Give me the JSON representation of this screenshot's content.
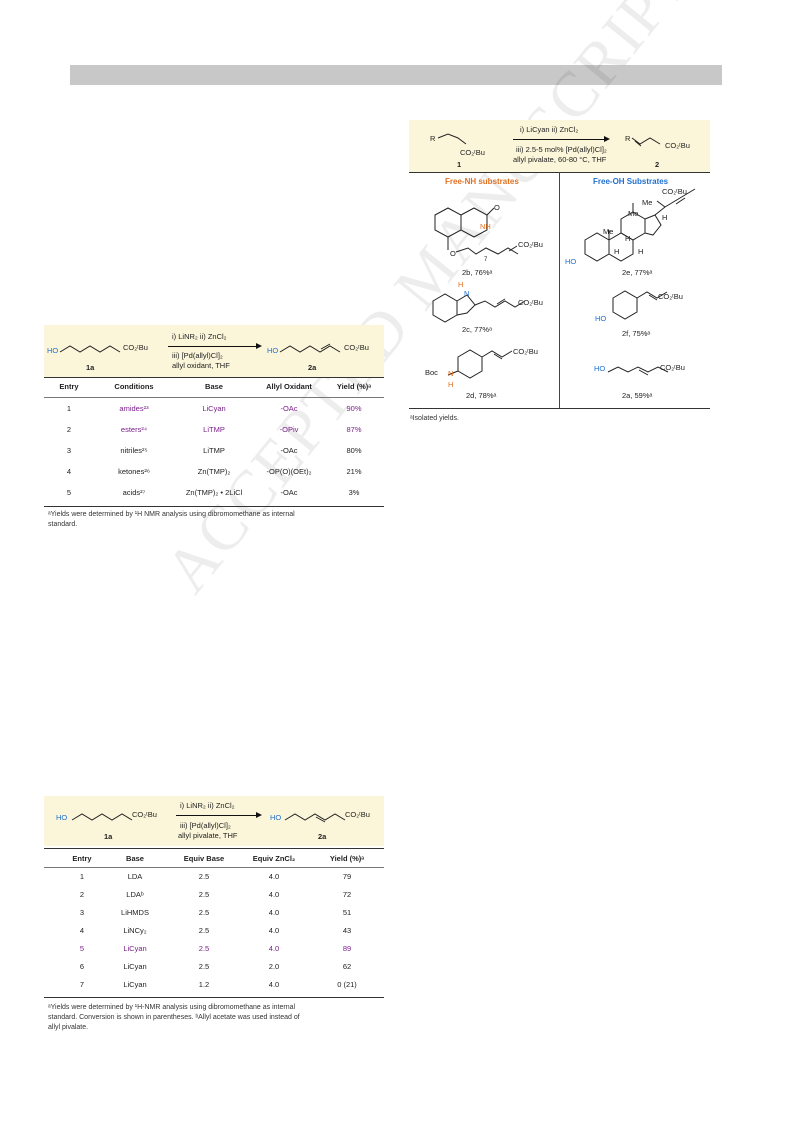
{
  "watermark": "ACCEPTED MANUSCRIPT",
  "colors": {
    "purple": "#7a1f8a",
    "blue": "#1f6fd0",
    "orange": "#e07020",
    "scheme_bg": "#fbf6d9",
    "header_bar": "#c8c8c8"
  },
  "table1": {
    "substrate_label": "1a",
    "product_label": "2a",
    "reagent_top": "i) LiNR₂ ii) ZnCl₂",
    "reagent_bottom_1": "iii) [Pd(allyl)Cl]₂",
    "reagent_bottom_2": "allyl oxidant, THF",
    "headers": [
      "Entry",
      "Conditions",
      "Base",
      "Allyl Oxidant",
      "Yield (%)ᵃ"
    ],
    "rows": [
      {
        "entry": "1",
        "conditions": "amides²³",
        "base": "LiCyan",
        "oxidant": "-OAc",
        "yield": "90%",
        "highlight": true
      },
      {
        "entry": "2",
        "conditions": "esters²⁴",
        "base": "LiTMP",
        "oxidant": "-OPiv",
        "yield": "87%",
        "highlight": true
      },
      {
        "entry": "3",
        "conditions": "nitriles²⁵",
        "base": "LiTMP",
        "oxidant": "-OAc",
        "yield": "80%",
        "highlight": false
      },
      {
        "entry": "4",
        "conditions": "ketones²⁶",
        "base": "Zn(TMP)₂",
        "oxidant": "-OP(O)(OEt)₂",
        "yield": "21%",
        "highlight": false
      },
      {
        "entry": "5",
        "conditions": "acids²⁷",
        "base": "Zn(TMP)₂ • 2LiCl",
        "oxidant": "-OAc",
        "yield": "3%",
        "highlight": false
      }
    ],
    "footnote_1": "ᵃYields were determined by ¹H NMR analysis using dibromomethane as internal",
    "footnote_2": "standard."
  },
  "table2": {
    "substrate_label": "1a",
    "product_label": "2a",
    "reagent_top": "i) LiNR₂ ii) ZnCl₂",
    "reagent_bottom_1": "iii) [Pd(allyl)Cl]₂",
    "reagent_bottom_2": "allyl pivalate, THF",
    "headers": [
      "Entry",
      "Base",
      "Equiv Base",
      "Equiv ZnCl₂",
      "Yield (%)ᵃ"
    ],
    "rows": [
      {
        "entry": "1",
        "base": "LDA",
        "equiv_base": "2.5",
        "equiv_zn": "4.0",
        "yield": "79",
        "highlight": false
      },
      {
        "entry": "2",
        "base": "LDAᵇ",
        "equiv_base": "2.5",
        "equiv_zn": "4.0",
        "yield": "72",
        "highlight": false
      },
      {
        "entry": "3",
        "base": "LiHMDS",
        "equiv_base": "2.5",
        "equiv_zn": "4.0",
        "yield": "51",
        "highlight": false
      },
      {
        "entry": "4",
        "base": "LiNCy₂",
        "equiv_base": "2.5",
        "equiv_zn": "4.0",
        "yield": "43",
        "highlight": false
      },
      {
        "entry": "5",
        "base": "LiCyan",
        "equiv_base": "2.5",
        "equiv_zn": "4.0",
        "yield": "89",
        "highlight": true
      },
      {
        "entry": "6",
        "base": "LiCyan",
        "equiv_base": "2.5",
        "equiv_zn": "2.0",
        "yield": "62",
        "highlight": false
      },
      {
        "entry": "7",
        "base": "LiCyan",
        "equiv_base": "1.2",
        "equiv_zn": "4.0",
        "yield": "0 (21)",
        "highlight": false
      }
    ],
    "footnote_1": "ᵃYields were determined by ¹H-NMR analysis using dibromomethane as internal",
    "footnote_2": "standard. Conversion is shown in parentheses. ᵇAllyl acetate was used instead of",
    "footnote_3": "allyl pivalate."
  },
  "scheme": {
    "substrate_label": "1",
    "product_label": "2",
    "r_group": "R",
    "reagent_top": "i) LiCyan ii) ZnCl₂",
    "reagent_bottom_1": "iii) 2.5-5 mol% [Pd(allyl)Cl]₂",
    "reagent_bottom_2": "allyl pivalate, 60-80 °C, THF",
    "left_heading": "Free-NH substrates",
    "right_heading": "Free-OH Substrates",
    "compounds": [
      {
        "label": "2b, 76%ᵃ"
      },
      {
        "label": "2c, 77%ᵃ"
      },
      {
        "label": "2d, 78%ᵃ"
      },
      {
        "label": "2e, 77%ᵃ"
      },
      {
        "label": "2f, 75%ᵃ"
      },
      {
        "label": "2a, 59%ᵃ"
      }
    ],
    "footnote": "ᵃIsolated yields."
  },
  "chem": {
    "ester": "CO₂ᵗBu",
    "ester_short": "CO₂ᵗBu",
    "ho": "HO",
    "oh": "HO",
    "nh": "NH",
    "n_h": "H",
    "indole_n": "N",
    "boc": "Boc",
    "o": "O",
    "carbonyl_o": "O",
    "chain_index": "7",
    "me": "Me",
    "h": "H"
  }
}
